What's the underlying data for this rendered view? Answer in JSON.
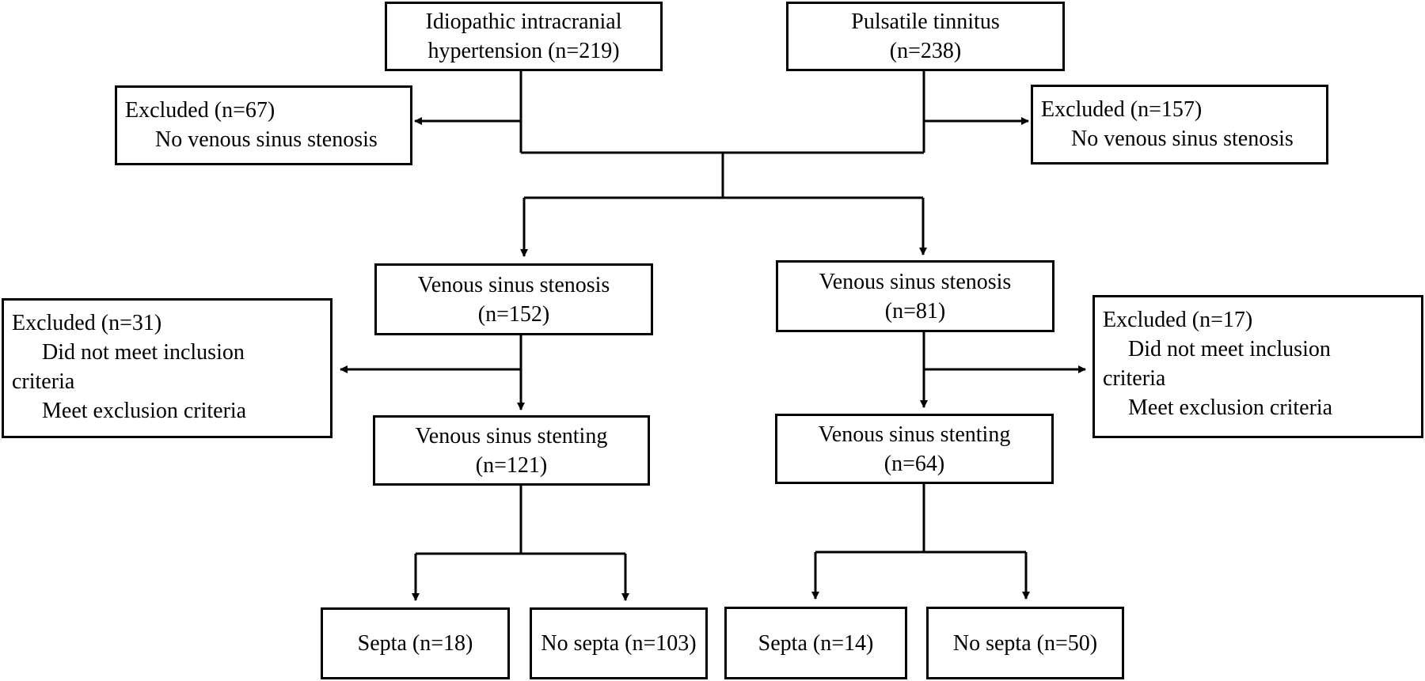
{
  "source_iih": {
    "line1": "Idiopathic intracranial",
    "line2": "hypertension (n=219)"
  },
  "source_pt": {
    "line1": "Pulsatile tinnitus",
    "line2": "(n=238)"
  },
  "excluded_iih": {
    "title": "Excluded (n=67)",
    "reason": "No venous sinus stenosis"
  },
  "excluded_pt": {
    "title": "Excluded (n=157)",
    "reason": "No venous sinus stenosis"
  },
  "stenosis_left": {
    "line1": "Venous sinus stenosis",
    "line2": "(n=152)"
  },
  "stenosis_right": {
    "line1": "Venous sinus stenosis",
    "line2": "(n=81)"
  },
  "excluded_left": {
    "title": "Excluded (n=31)",
    "reason1a": "Did not meet inclusion",
    "reason1b": "criteria",
    "reason2": "Meet exclusion criteria"
  },
  "excluded_right": {
    "title": "Excluded (n=17)",
    "reason1a": "Did not meet inclusion",
    "reason1b": "criteria",
    "reason2": "Meet exclusion criteria"
  },
  "stenting_left": {
    "line1": "Venous sinus stenting",
    "line2": "(n=121)"
  },
  "stenting_right": {
    "line1": "Venous sinus stenting",
    "line2": "(n=64)"
  },
  "septa_left": {
    "label": "Septa (n=18)"
  },
  "nosepta_left": {
    "label": "No septa (n=103)"
  },
  "septa_right": {
    "label": "Septa (n=14)"
  },
  "nosepta_right": {
    "label": "No septa (n=50)"
  }
}
